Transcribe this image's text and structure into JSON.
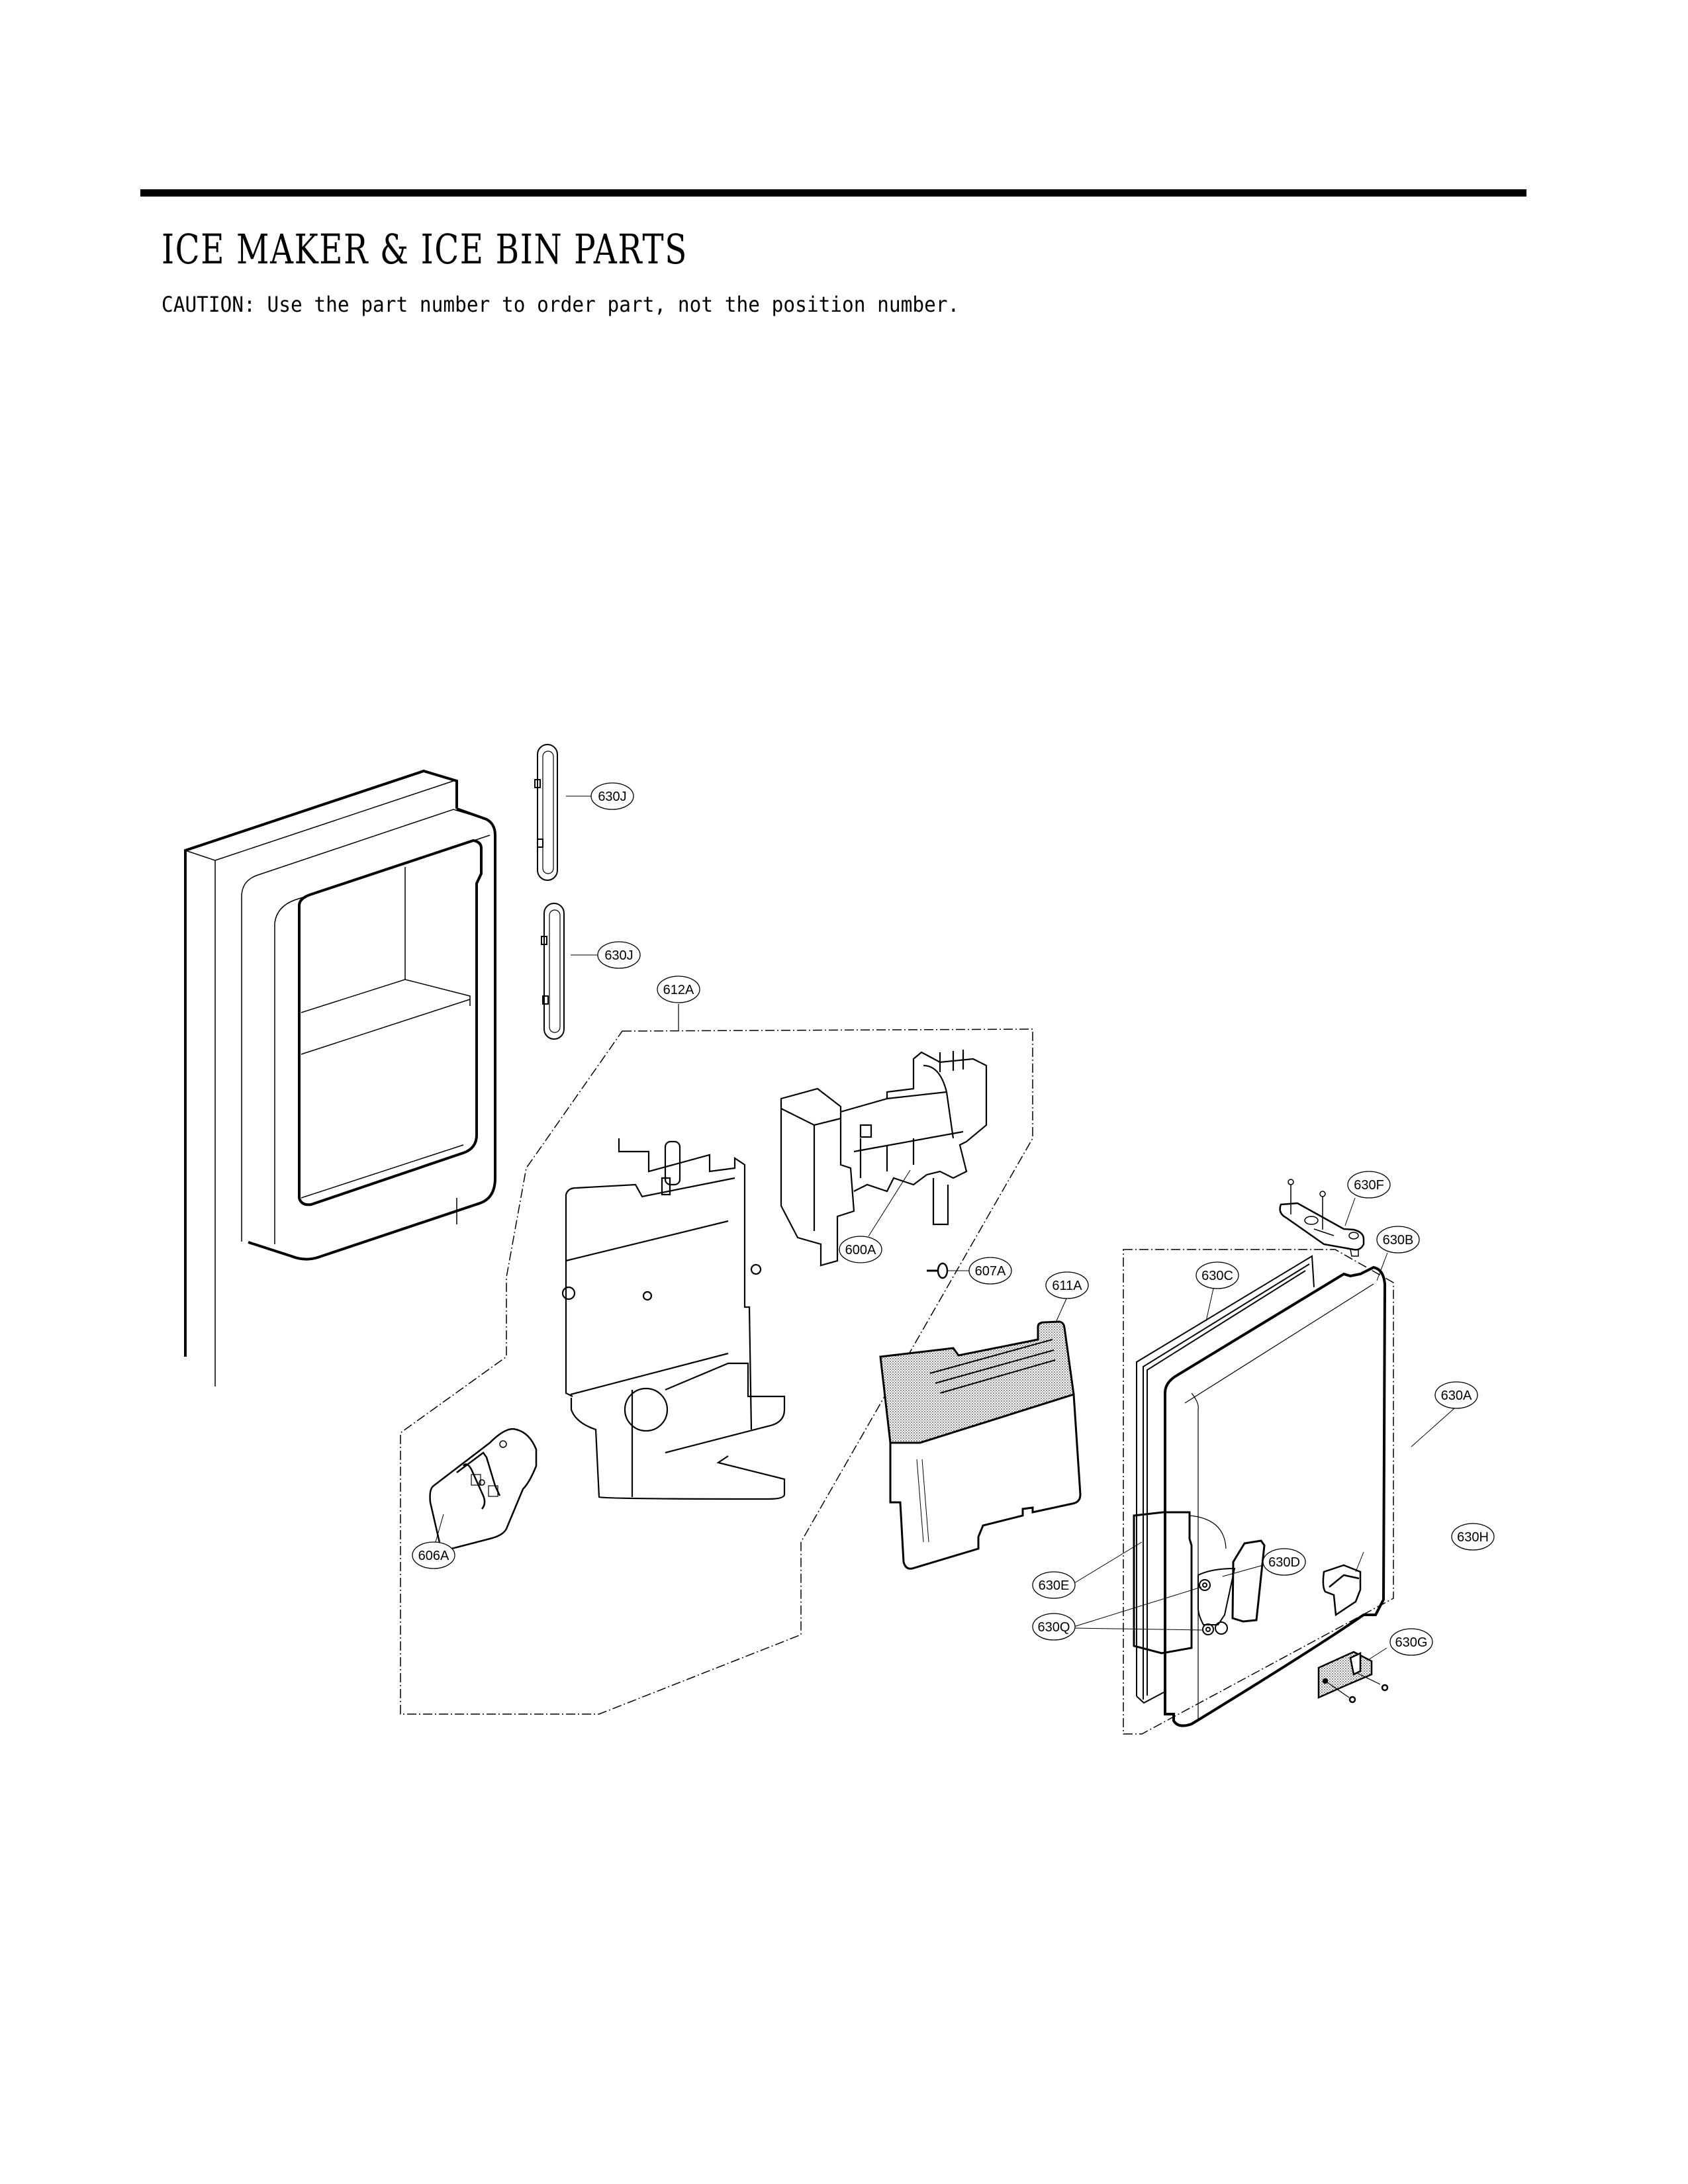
{
  "page": {
    "title": "ICE MAKER & ICE BIN PARTS",
    "caution": "CAUTION: Use the part number to order part, not the position number."
  },
  "diagram": {
    "callouts": [
      {
        "id": "630J_top",
        "label": "630J"
      },
      {
        "id": "630J_bottom",
        "label": "630J"
      },
      {
        "id": "612A",
        "label": "612A"
      },
      {
        "id": "600A",
        "label": "600A"
      },
      {
        "id": "607A",
        "label": "607A"
      },
      {
        "id": "611A",
        "label": "611A"
      },
      {
        "id": "606A",
        "label": "606A"
      },
      {
        "id": "630F",
        "label": "630F"
      },
      {
        "id": "630B",
        "label": "630B"
      },
      {
        "id": "630C",
        "label": "630C"
      },
      {
        "id": "630A",
        "label": "630A"
      },
      {
        "id": "630H",
        "label": "630H"
      },
      {
        "id": "630D",
        "label": "630D"
      },
      {
        "id": "630E",
        "label": "630E"
      },
      {
        "id": "630Q",
        "label": "630Q"
      },
      {
        "id": "630G",
        "label": "630G"
      }
    ]
  }
}
